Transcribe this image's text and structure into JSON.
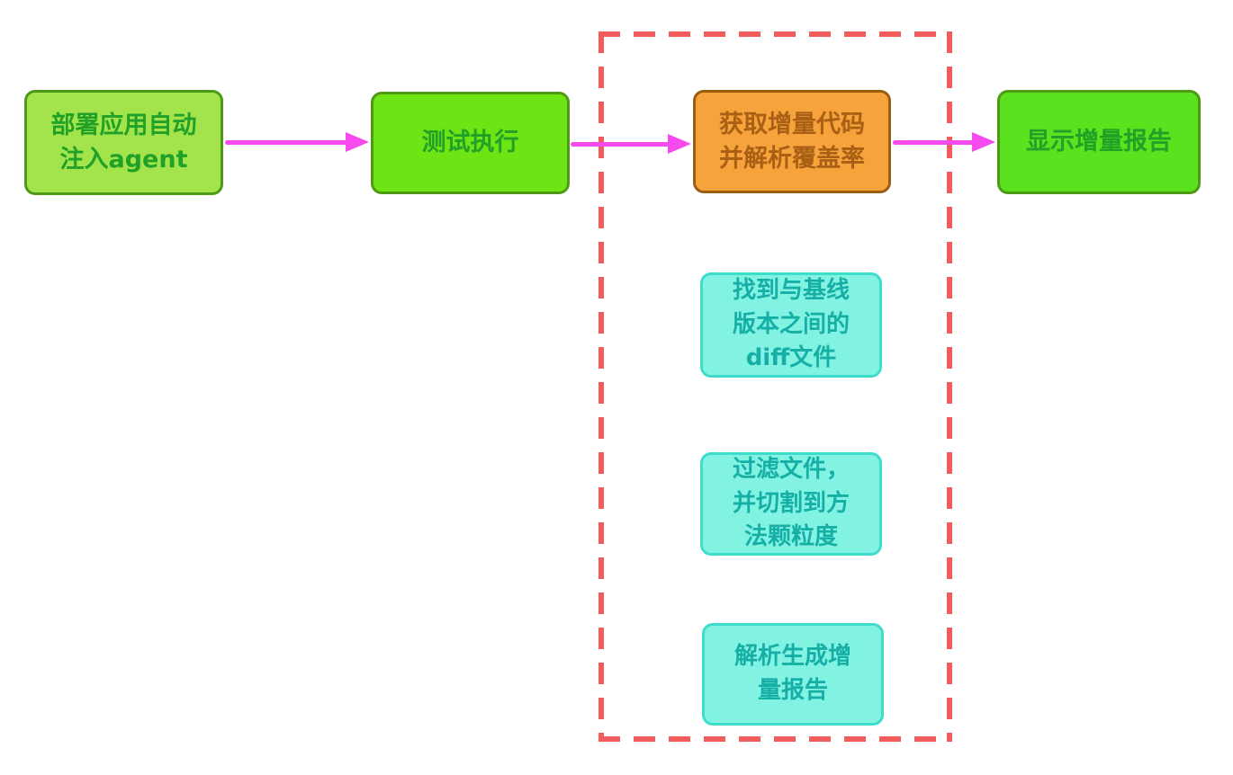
{
  "diagram": {
    "type": "flowchart",
    "nodes": {
      "deploy": {
        "label": "部署应用自动\n注入agent",
        "shape": "rounded-rect",
        "color_role": "green-light"
      },
      "test": {
        "label": "测试执行",
        "shape": "rounded-rect",
        "color_role": "green"
      },
      "fetch": {
        "label": "获取增量代码\n并解析覆盖率",
        "shape": "rounded-rect",
        "color_role": "orange"
      },
      "report": {
        "label": "显示增量报告",
        "shape": "rounded-rect",
        "color_role": "green"
      },
      "diff": {
        "label": "找到与基线\n版本之间的\ndiff文件",
        "shape": "rounded-rect",
        "color_role": "cyan"
      },
      "filter": {
        "label": "过滤文件，\n并切割到方\n法颗粒度",
        "shape": "rounded-rect",
        "color_role": "cyan"
      },
      "generate": {
        "label": "解析生成增\n量报告",
        "shape": "rounded-rect",
        "color_role": "cyan"
      }
    },
    "arrows": [
      {
        "from": "deploy",
        "to": "test"
      },
      {
        "from": "test",
        "to": "fetch"
      },
      {
        "from": "fetch",
        "to": "report"
      }
    ],
    "dashed_group": {
      "style": "red-dashed-rectangle",
      "contains": [
        "fetch",
        "diff",
        "filter",
        "generate"
      ]
    }
  },
  "colors": {
    "background": "#FFFFFF",
    "green-fill-light": "#A3E44C",
    "green-fill": "#6FE414",
    "green2-fill": "#5CE11E",
    "green-border": "#4E9A16",
    "green-text": "#21A127",
    "orange-fill": "#F6A33C",
    "orange-border": "#9A5C0F",
    "orange-text": "#A95F14",
    "cyan-fill": "#82F2E3",
    "cyan-border": "#3EDCCB",
    "cyan-text": "#16AFA6",
    "dashed-border": "#F25C5C",
    "arrow": "#F649EE"
  }
}
